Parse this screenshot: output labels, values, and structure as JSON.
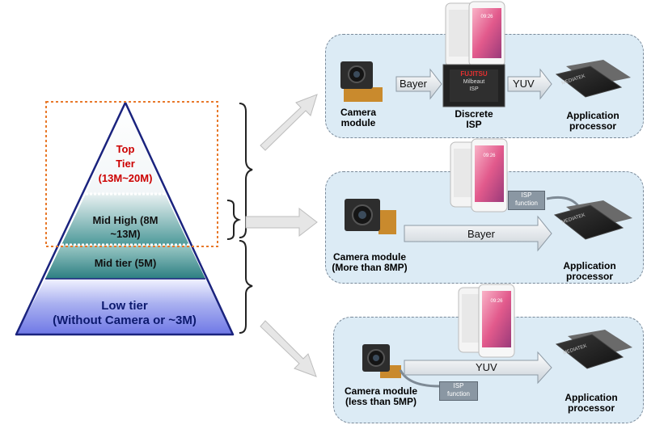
{
  "pyramid": {
    "top_tier_line1": "Top",
    "top_tier_line2": "Tier",
    "top_tier_line3": "(13M~20M)",
    "mid_high_line1": "Mid High (8M",
    "mid_high_line2": "~13M)",
    "mid_tier": "Mid tier (5M)",
    "low_tier_line1": "Low tier",
    "low_tier_line2": "(Without Camera or ~3M)"
  },
  "panel_top": {
    "camera_line1": "Camera",
    "camera_line2": "module",
    "arrow1_label": "Bayer",
    "isp_chip_line1": "FUJITSU",
    "isp_chip_line2": "Milbeaut",
    "isp_chip_line3": "ISP",
    "isp_line1": "Discrete",
    "isp_line2": "ISP",
    "arrow2_label": "YUV",
    "ap_line1": "Application",
    "ap_line2": "processor",
    "phone_time": "09:26"
  },
  "panel_mid": {
    "camera_line1": "Camera module",
    "camera_line2": "(More than 8MP)",
    "arrow_label": "Bayer",
    "isp_box_line1": "ISP",
    "isp_box_line2": "function",
    "ap_line1": "Application",
    "ap_line2": "processor",
    "phone_time": "09:26"
  },
  "panel_low": {
    "camera_line1": "Camera module",
    "camera_line2": "(less than 5MP)",
    "arrow_label": "YUV",
    "isp_box_line1": "ISP",
    "isp_box_line2": "function",
    "ap_line1": "Application",
    "ap_line2": "processor",
    "phone_time": "09:26"
  },
  "chip_brand": "MEDIATEK",
  "colors": {
    "panel_bg": "#dcebf5",
    "top_tier_text": "#cc0000",
    "pyramid_outline": "#1a237e",
    "dotted_box": "#e8792a"
  }
}
